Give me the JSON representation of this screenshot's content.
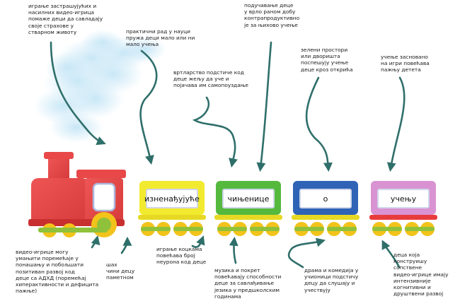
{
  "wagons": [
    {
      "label": "изненађујуће",
      "color": "#f2ea2e"
    },
    {
      "label": "чињенице",
      "color": "#55b93e"
    },
    {
      "label": "о",
      "color": "#2f63b6"
    },
    {
      "label": "учењу",
      "color": "#d993d2"
    }
  ],
  "notes": {
    "n1": "играње застрашујућих и\nнасилних видео-игрица\nпомаже деци да савладају\nсвоје страхове у\nстварном животу",
    "n2": "практични рад у науци\nпружа деци мало или ни\nмало учења",
    "n3": "вртларство подстиче код\nдеце жељу да уче и\nпојачава им самопоуздање",
    "n4": "подучавање деце\nу врло раном добу\nконтрапродуктивно\nје за њихово учење",
    "n5": "зелени простори\nили дворишта\nпоспешују учење\nдеце кроз открића",
    "n6": "учење засновано\nна игри повећава\nпажњу детета",
    "n7": "видео-игрице могу\nумањити поремећаје у\nпонашању и побољшати\nпозитиван развој код\nдеце са АДХД (поремећај\nхиперактивности и дефицита\nпажње)",
    "n8": "шах\nчини децу\nпаметном",
    "n9": "играње коцкама\nповећава број\nнеурона код деце",
    "n10": "музика и покрет\nповећавају способности\nдеце за савлађивање\nјезика у предшколским\nгодинама",
    "n11": "драма и комедија у\nучионици подстичу\nдецу да слушају и\nучествују",
    "n12": "деца која\nконструишу\nсопствене\nвидео-игрице имају\nинтензивније\nкогнитивни и\nдруштвени развој"
  }
}
